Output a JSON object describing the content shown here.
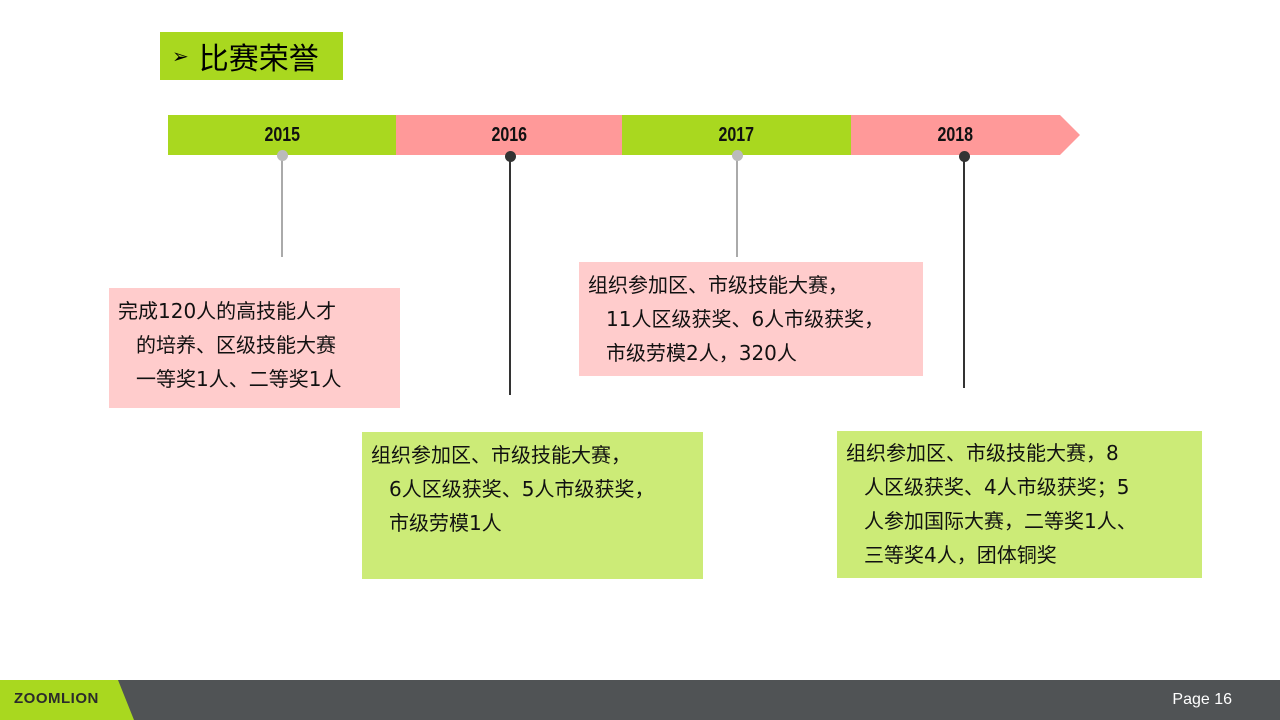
{
  "title": "比赛荣誉",
  "title_bullet": "➢",
  "timeline": {
    "years": [
      "2015",
      "2016",
      "2017",
      "2018"
    ]
  },
  "boxes": [
    {
      "year": "2015",
      "lines": [
        "完成120人的高技能人才",
        "的培养、区级技能大赛",
        "一等奖1人、二等奖1人"
      ]
    },
    {
      "year": "2016",
      "lines": [
        "组织参加区、市级技能大赛，",
        "6人区级获奖、5人市级获奖，",
        "市级劳模1人"
      ]
    },
    {
      "year": "2017",
      "lines": [
        "组织参加区、市级技能大赛，",
        "11人区级获奖、6人市级获奖，",
        "市级劳模2人，320人"
      ]
    },
    {
      "year": "2018",
      "lines": [
        "组织参加区、市级技能大赛，8",
        "人区级获奖、4人市级获奖；5",
        "人参加国际大赛，二等奖1人、",
        "三等奖4人，团体铜奖"
      ]
    }
  ],
  "footer": {
    "logo": "ZOOMLION",
    "page": "Page 16"
  },
  "colors": {
    "green": "#A9D81F",
    "pink": "#FF9999",
    "box_pink": "#FFCCCC",
    "box_green": "#CCEB77",
    "footer": "#505355"
  }
}
